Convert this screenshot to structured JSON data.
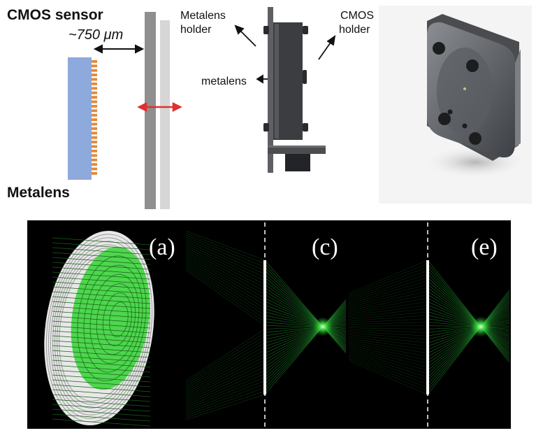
{
  "schematic": {
    "sensor_label": "CMOS sensor",
    "distance_label": "~750 μm",
    "metalens_label": "Metalens"
  },
  "holder_sideview": {
    "metalens_holder_label_line1": "Metalens",
    "metalens_holder_label_line2": "holder",
    "cmos_holder_label_line1": "CMOS",
    "cmos_holder_label_line2": "holder",
    "metalens_label": "metalens"
  },
  "panels": [
    {
      "letter": "(a)"
    },
    {
      "letter": "(c)"
    },
    {
      "letter": "(e)"
    }
  ],
  "colors": {
    "sensor_blue": "#8ea9db",
    "nanopillar_orange": "#e08a3c",
    "arrow_red": "#e03030",
    "ray_green": "#2ecc40"
  }
}
